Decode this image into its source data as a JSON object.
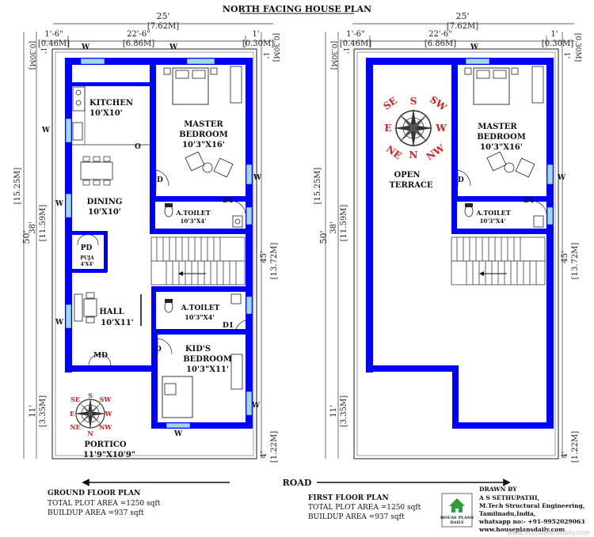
{
  "title": "NORTH FACING HOUSE PLAN",
  "dims": {
    "width_ft": "25'",
    "width_m": "[7.62M]",
    "left_seg_ft": "1'-6\"",
    "left_seg_m": "[0.46M]",
    "mid_seg_ft": "22'-6\"",
    "mid_seg_m": "[6.86M]",
    "right_seg_ft": "1'",
    "right_seg_m": "[0.30M]",
    "top_ft": "1'",
    "top_m": "[0.30M]",
    "depth_ft": "50'",
    "depth_m": "[15.25M]",
    "house_ft": "38'",
    "house_m": "[11.59M]",
    "portico_ft": "11'",
    "portico_m": "[3.35M]",
    "right_main_ft": "45'",
    "right_main_m": "[13.72M]",
    "right_bottom_ft": "4'",
    "right_bottom_m": "[1.22M]"
  },
  "ground": {
    "kitchen": "KITCHEN",
    "kitchen_size": "10'X10'",
    "dining": "DINING",
    "dining_size": "10'X10'",
    "master": "MASTER",
    "master2": "BEDROOM",
    "master_size": "10'3\"X16'",
    "toilet1": "A.TOILET",
    "toilet1_size": "10'3\"X4'",
    "pd": "PD",
    "puja": "PUJA",
    "puja_size": "4'X4'",
    "hall": "HALL",
    "hall_size": "10'X11'",
    "toilet2": "A.TOILET",
    "toilet2_size": "10'3\"X4'",
    "kids": "KID'S",
    "kids2": "BEDROOM",
    "kids_size": "10'3\"X11'",
    "md": "MD",
    "portico": "PORTICO",
    "portico_size": "11'9\"X10'9\"",
    "w": "W",
    "d": "D",
    "d1": "D1",
    "o": "O"
  },
  "first": {
    "open": "OPEN",
    "terrace": "TERRACE",
    "master": "MASTER",
    "master2": "BEDROOM",
    "master_size": "10'3\"X16'",
    "toilet": "A.TOILET",
    "toilet_size": "10'3\"X4'"
  },
  "compass": {
    "n": "N",
    "s": "S",
    "e": "E",
    "w": "W",
    "ne": "NE",
    "nw": "NW",
    "se": "SE",
    "sw": "SW"
  },
  "road": "ROAD",
  "gf_title": "GROUND FLOOR PLAN",
  "gf_plot": "TOTAL PLOT AREA =1250 sqft",
  "gf_build": "BUILDUP AREA =937 sqft",
  "ff_title": "FIRST FLOOR PLAN",
  "ff_plot": "TOTAL PLOT AREA =1250 sqft",
  "ff_build": "BUILDUP AREA =937 sqft",
  "credit": {
    "head": "DRAWN BY",
    "l1": "A S SETHUPATHI,",
    "l2": "M.Tech Structural Engineering,",
    "l3": "Tamilnadu,India,",
    "l4": "whatsapp no:- +91-9952029063",
    "l5": "www.houseplansdaily.com"
  },
  "logo": {
    "l1": "HOUSE PLANS",
    "l2": "DAILY"
  },
  "watermark": "www.houseplansdaily.com",
  "colors": {
    "wall": "#0000FF",
    "window": "#9ED9E6",
    "compass": "#D42020"
  }
}
